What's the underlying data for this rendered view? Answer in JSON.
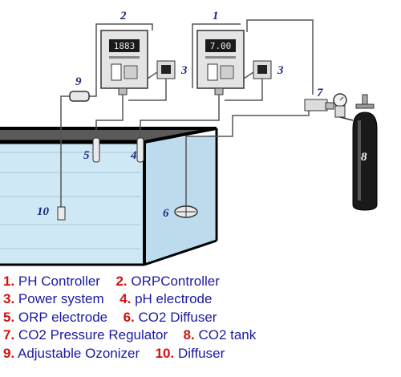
{
  "diagram": {
    "callouts": {
      "c1": "1",
      "c2": "2",
      "c3a": "3",
      "c3b": "3",
      "c4": "4",
      "c5": "5",
      "c6": "6",
      "c7": "7",
      "c8": "8",
      "c9": "9",
      "c10": "10"
    },
    "controller_displays": {
      "orp_controller": "1883",
      "ph_controller": "7.00"
    }
  },
  "legend": [
    [
      {
        "num": "1.",
        "label": "PH Controller"
      },
      {
        "num": "2.",
        "label": "ORPController"
      }
    ],
    [
      {
        "num": "3.",
        "label": "Power system"
      },
      {
        "num": "4.",
        "label": "pH electrode"
      }
    ],
    [
      {
        "num": "5.",
        "label": "ORP electrode"
      },
      {
        "num": "6.",
        "label": "CO2 Diffuser"
      }
    ],
    [
      {
        "num": "7.",
        "label": "CO2 Pressure Regulator"
      },
      {
        "num": "8.",
        "label": "CO2 tank"
      }
    ],
    [
      {
        "num": "9.",
        "label": "Adjustable Ozonizer"
      },
      {
        "num": "10.",
        "label": "Diffuser"
      }
    ]
  ],
  "colors": {
    "legend_number": "#d01010",
    "legend_text": "#1a1aa0",
    "callout": "#1a2a7a",
    "water": "#cfe8f5"
  }
}
